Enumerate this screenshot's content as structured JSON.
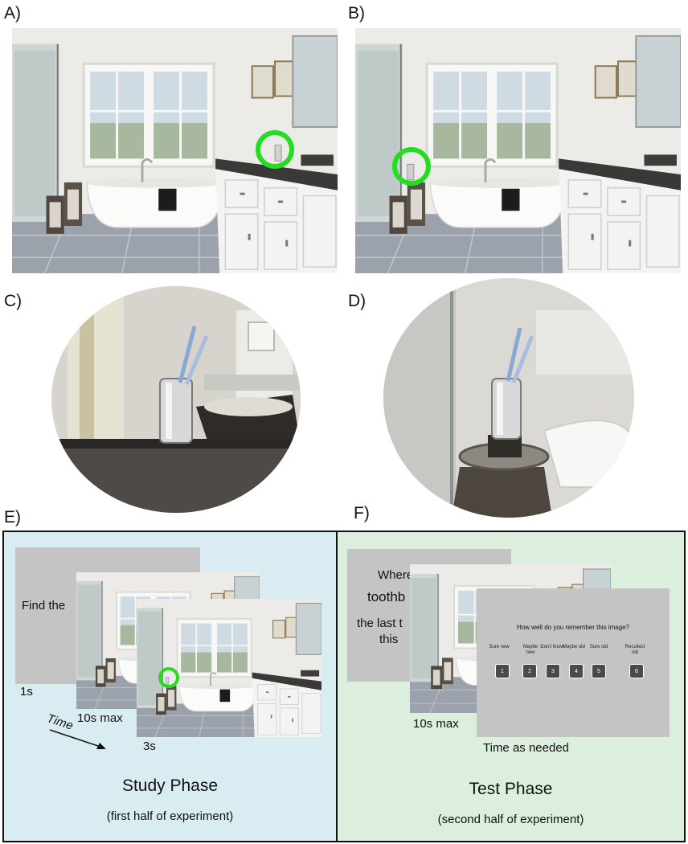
{
  "panel_labels": {
    "a": "A)",
    "b": "B)",
    "c": "C)",
    "d": "D)",
    "e": "E)",
    "f": "F)"
  },
  "study": {
    "instruction_text": "Find the",
    "durations": {
      "first": "1s",
      "second": "10s max",
      "third": "3s"
    },
    "time_label": "Time",
    "title": "Study Phase",
    "subtitle": "(first half of experiment)"
  },
  "test": {
    "question_lines": [
      "Where",
      "toothb",
      "the last t",
      "this"
    ],
    "duration": "10s max",
    "time_needed": "Time as needed",
    "rating_prompt": "How well do you remember this image?",
    "rating_options": [
      {
        "label": "Sure new",
        "num": "1"
      },
      {
        "label": "Maybe new",
        "num": "2"
      },
      {
        "label": "Don't know",
        "num": "3"
      },
      {
        "label": "Maybe old",
        "num": "4"
      },
      {
        "label": "Sure old",
        "num": "5"
      },
      {
        "label": "Recollect old",
        "num": "6"
      }
    ],
    "title": "Test Phase",
    "subtitle": "(second half of experiment)"
  },
  "colors": {
    "study_bg": "#d9ecf2",
    "test_bg": "#dcefdf",
    "highlight_ring": "#22dd22",
    "gray_screen": "#c4c4c4"
  }
}
